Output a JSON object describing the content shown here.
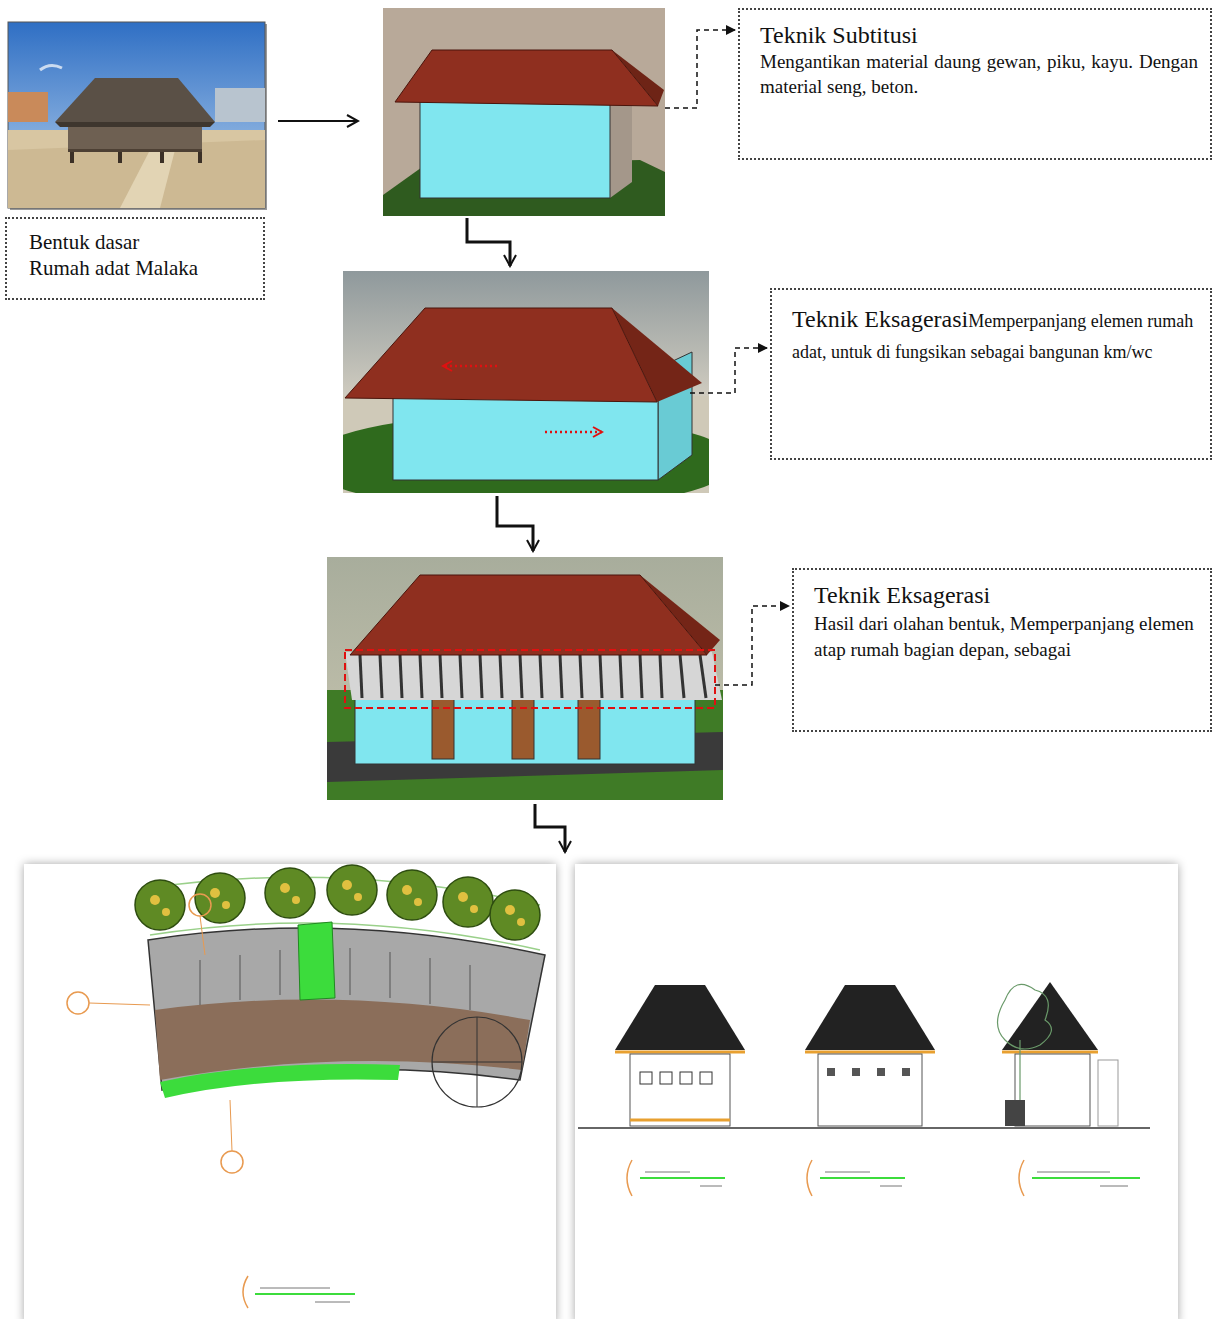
{
  "diagram": {
    "nodes": [
      {
        "text": [
          "Bentuk dasar Rumah adat Malaka"
        ]
      },
      {
        "text": [
          "Teknik Subtitusi",
          "Mengantikan material daung gewan, piku, kayu. Dengan material seng, beton."
        ]
      },
      {
        "text": [
          "Teknik Eksagerasi",
          "Memperpanjang elemen rumah adat, untuk di fungsikan sebagai bangunan km/wc"
        ]
      },
      {
        "text": [
          "Teknik Eksagerasi",
          "Hasil dari olahan bentuk, Memperpanjang elemen atap rumah bagian depan, sebagai"
        ]
      }
    ]
  }
}
